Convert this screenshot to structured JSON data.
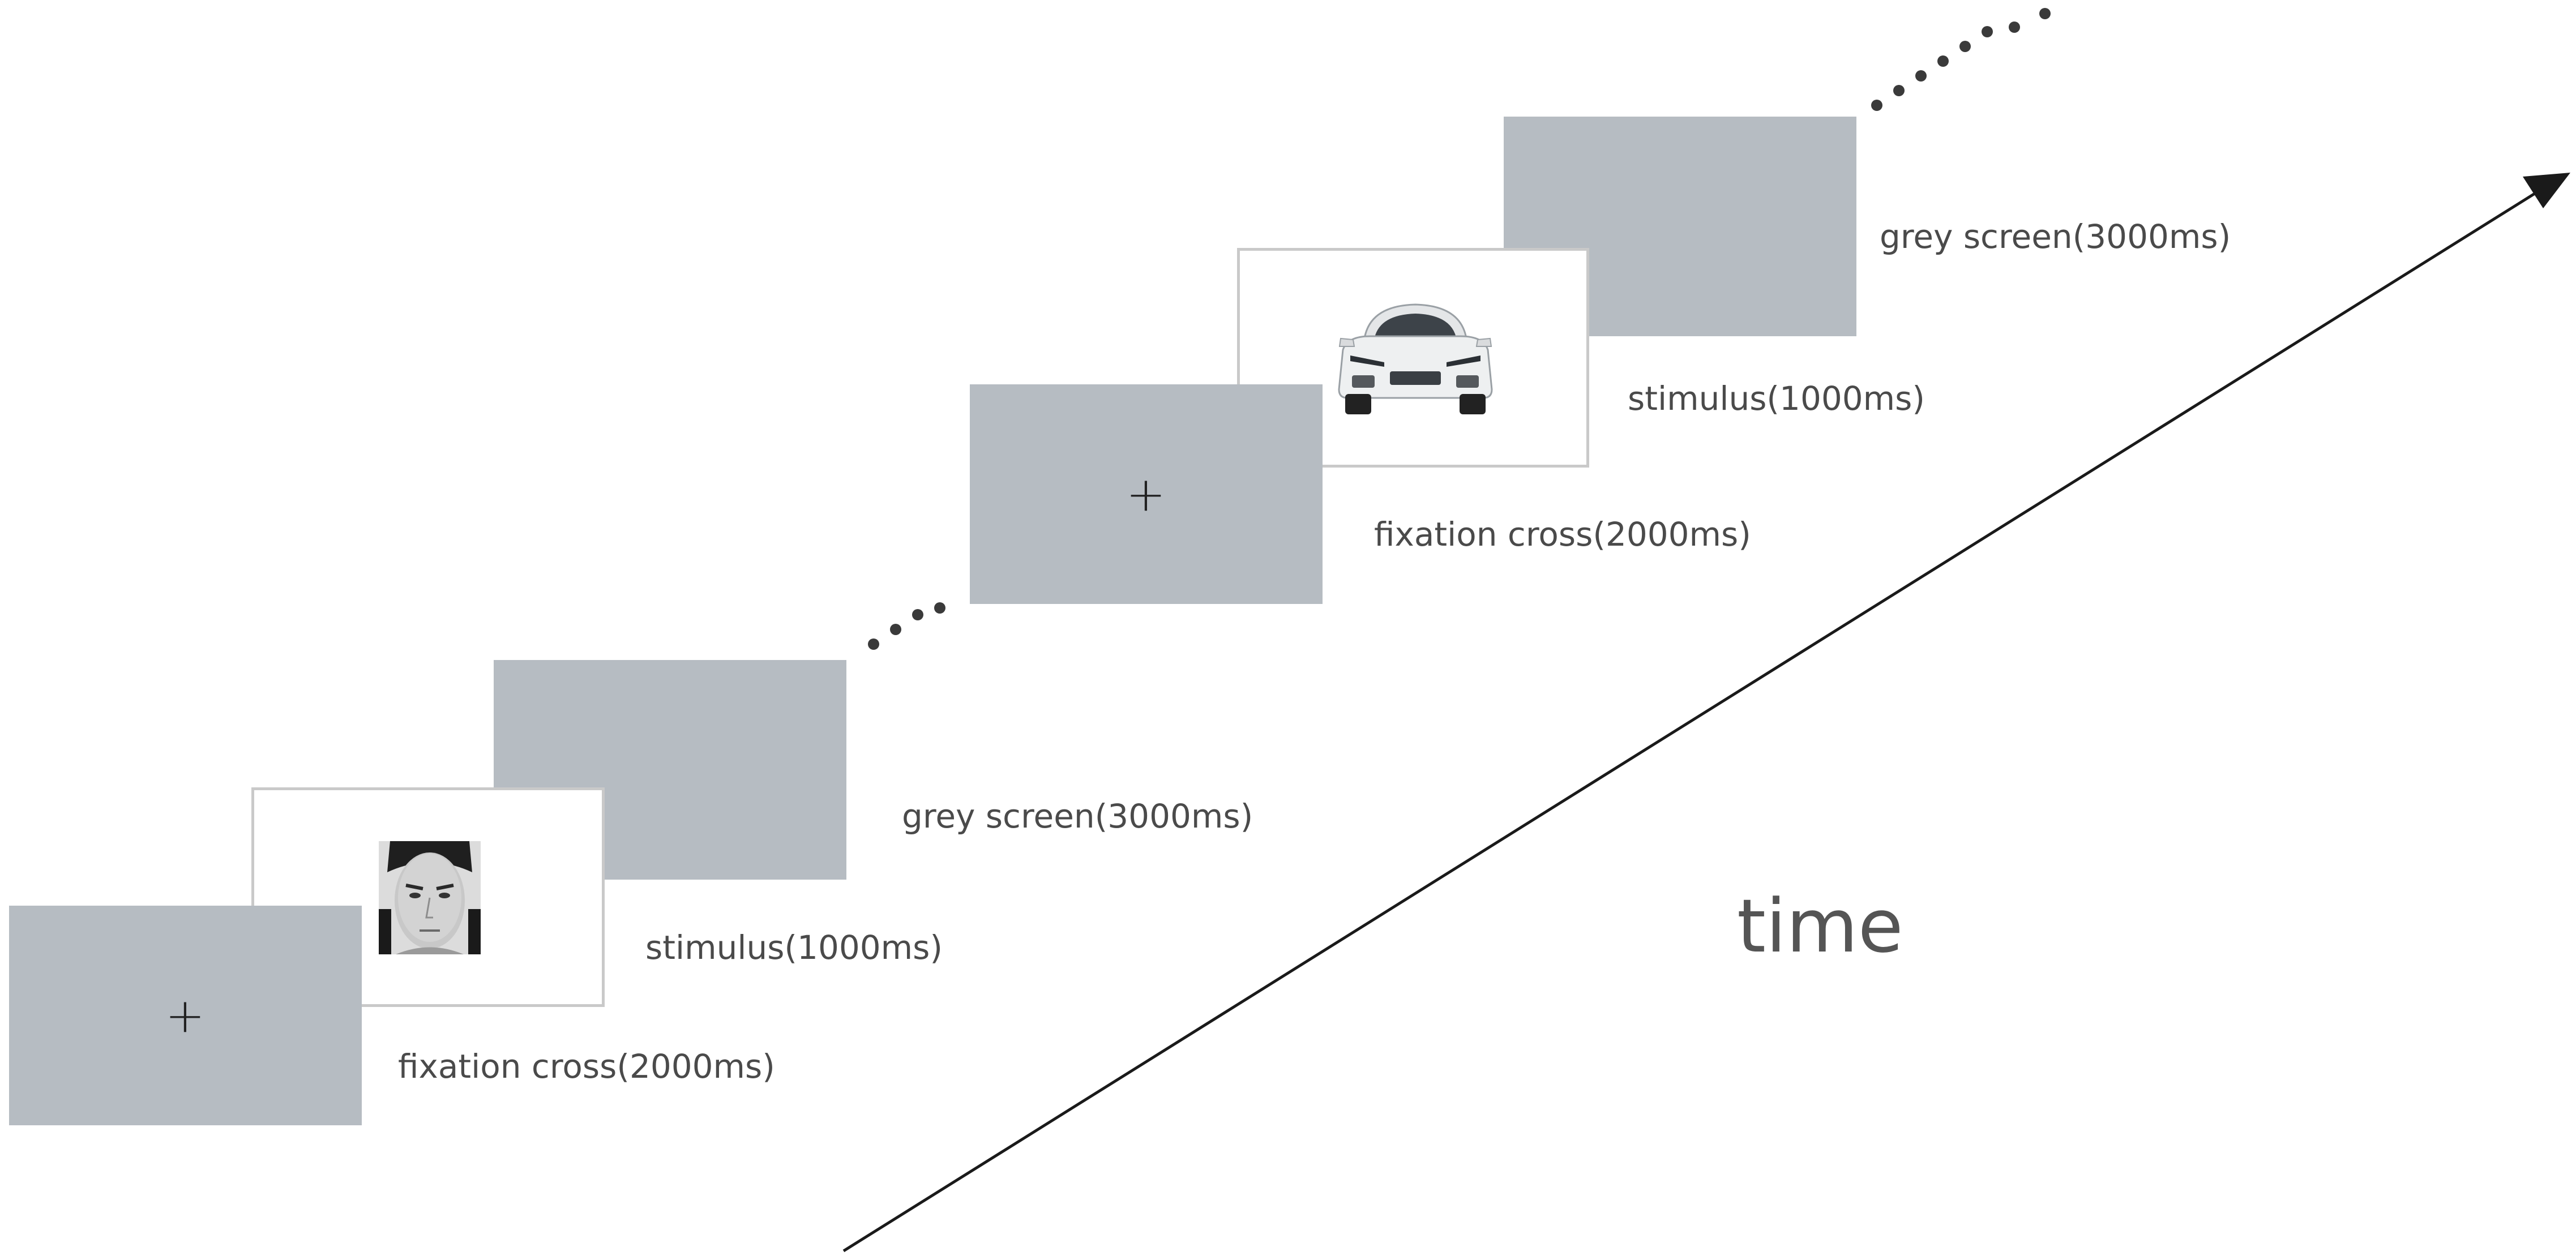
{
  "trial1": {
    "fixation": {
      "symbol": "+",
      "label": "fixation cross(2000ms)"
    },
    "stimulus": {
      "image": "face-photo",
      "label": "stimulus(1000ms)"
    },
    "grey": {
      "label": "grey screen(3000ms)"
    }
  },
  "trial2": {
    "fixation": {
      "symbol": "+",
      "label": "fixation cross(2000ms)"
    },
    "stimulus": {
      "image": "car-photo",
      "label": "stimulus(1000ms)"
    },
    "grey": {
      "label": "grey screen(3000ms)"
    }
  },
  "axis": {
    "label": "time"
  },
  "colors": {
    "grey_screen": "#b6bcc2",
    "white_frame": "#c9c9c9",
    "arrow": "#1a1a1a"
  }
}
